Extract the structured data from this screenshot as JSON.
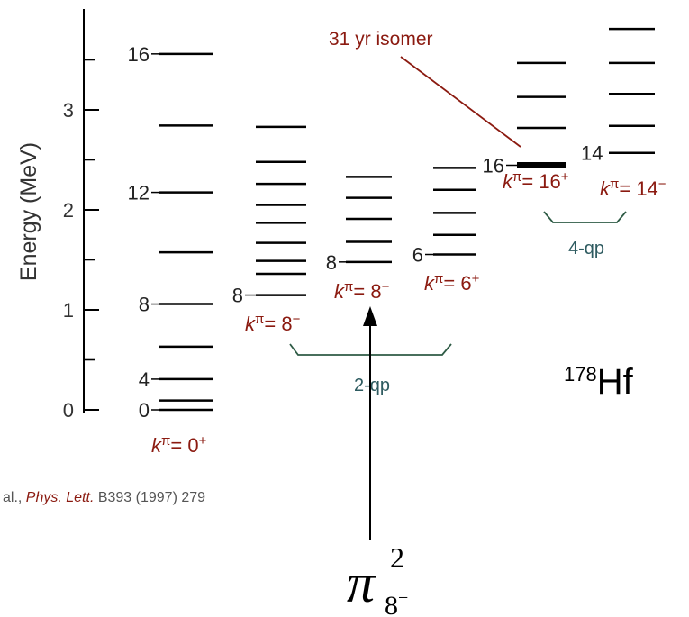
{
  "axis": {
    "label": "Energy (MeV)",
    "range_mev": [
      -0.1,
      3.9
    ],
    "major_ticks": [
      0,
      1,
      2,
      3
    ],
    "minor_ticks": [
      0.5,
      1.5,
      2.5,
      3.5
    ]
  },
  "nucleus": {
    "mass_number": "178",
    "symbol": "Hf"
  },
  "bands": [
    {
      "id": "k0",
      "label": {
        "k": "k",
        "pi": "π",
        "rest": "= 0",
        "parity": "+"
      },
      "levels": [
        0.0,
        0.093,
        0.307,
        0.632,
        1.058,
        1.576,
        2.175,
        2.844,
        3.56
      ],
      "spin_labels": [
        {
          "spin": "0",
          "level_index": 0
        },
        {
          "spin": "4",
          "level_index": 2
        },
        {
          "spin": "8",
          "level_index": 4
        },
        {
          "spin": "12",
          "level_index": 6
        },
        {
          "spin": "16",
          "level_index": 8
        }
      ]
    },
    {
      "id": "k8a",
      "label": {
        "k": "k",
        "pi": "π",
        "rest": "= 8",
        "parity": "−"
      },
      "levels": [
        1.148,
        1.36,
        1.49,
        1.67,
        1.87,
        2.05,
        2.26,
        2.48,
        2.83
      ],
      "spin_labels": [
        {
          "spin": "8",
          "level_index": 0
        }
      ]
    },
    {
      "id": "k8b",
      "label": {
        "k": "k",
        "pi": "π",
        "rest": "= 8",
        "parity": "−"
      },
      "levels": [
        1.479,
        1.68,
        1.91,
        2.12,
        2.33
      ],
      "spin_labels": [
        {
          "spin": "8",
          "level_index": 0
        }
      ]
    },
    {
      "id": "k6",
      "label": {
        "k": "k",
        "pi": "π",
        "rest": "= 6",
        "parity": "+"
      },
      "levels": [
        1.554,
        1.75,
        1.97,
        2.2,
        2.42
      ],
      "spin_labels": [
        {
          "spin": "6",
          "level_index": 0
        }
      ]
    },
    {
      "id": "k16",
      "label": {
        "k": "k",
        "pi": "π",
        "rest": "= 16",
        "parity": "+"
      },
      "levels": [
        2.446,
        2.82,
        3.13,
        3.47
      ],
      "spin_labels": [
        {
          "spin": "16",
          "level_index": 0
        }
      ],
      "isomer_level_index": 0
    },
    {
      "id": "k14",
      "label": {
        "k": "k",
        "pi": "π",
        "rest": "= 14",
        "parity": "−"
      },
      "levels": [
        2.57,
        2.84,
        3.16,
        3.47,
        3.81
      ],
      "spin_labels": [
        {
          "spin": "14",
          "level_index": 0
        }
      ]
    }
  ],
  "groups": [
    {
      "id": "two-qp",
      "label": "2-qp"
    },
    {
      "id": "four-qp",
      "label": "4-qp"
    }
  ],
  "isomer_annotation": "31 yr isomer",
  "reference": {
    "prefix": "al., ",
    "journal": "Phys. Lett.",
    "citation": " B393 (1997) 279"
  },
  "excitation": {
    "symbol": "π",
    "superscript": "2",
    "subscript": "8",
    "subscript_sign": "−"
  },
  "colors": {
    "level": "#000000",
    "band_label": "#8b1a10",
    "group_bracket": "#2e5b45",
    "group_label": "#2e5b60",
    "isomer_line": "#8b1a10",
    "reference_italic": "#8b1a10",
    "reference_text": "#555555"
  }
}
